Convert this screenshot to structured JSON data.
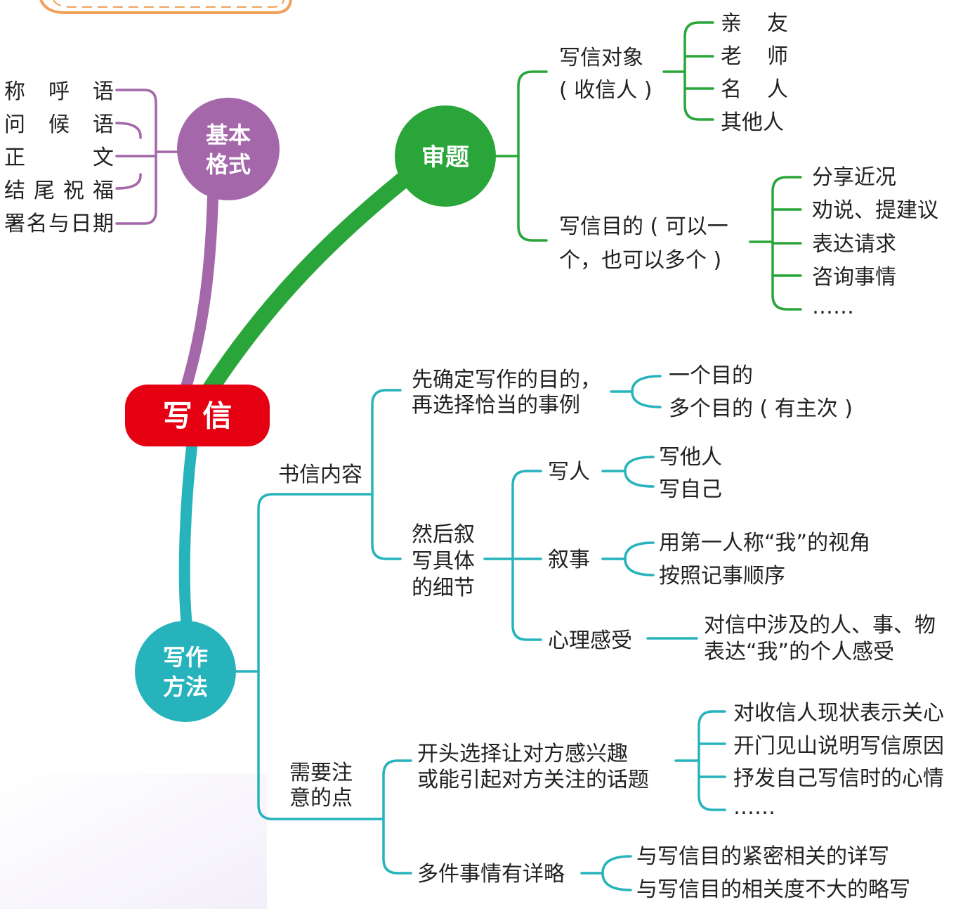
{
  "colors": {
    "root": "#e50012",
    "format": "#a467a9",
    "review": "#2aa53a",
    "method": "#27b3bc",
    "header_deco": "#f0a05a",
    "text": "#222222"
  },
  "root": {
    "label": "写 信"
  },
  "format": {
    "line1": "基本",
    "line2": "格式",
    "items": [
      "称 呼 语",
      "问 候 语",
      "正  文",
      "结尾祝福",
      "署名与日期"
    ]
  },
  "review": {
    "label": "审题",
    "recipient": {
      "line1": "写信对象",
      "line2": "( 收信人 )",
      "items": [
        "亲 友",
        "老 师",
        "名 人",
        "其他人"
      ]
    },
    "purpose": {
      "line1": "写信目的 ( 可以一",
      "line2": "个，也可以多个 )",
      "items": [
        "分享近况",
        "劝说、提建议",
        "表达请求",
        "咨询事情",
        "……"
      ]
    }
  },
  "method": {
    "line1": "写作",
    "line2": "方法",
    "content": {
      "label": "书信内容",
      "first": {
        "line1": "先确定写作的目的，",
        "line2": "再选择恰当的事例",
        "items": [
          "一个目的",
          "多个目的 ( 有主次 )"
        ]
      },
      "then": {
        "line1": "然后叙",
        "line2": "写具体",
        "line3": "的细节",
        "person": {
          "label": "写人",
          "items": [
            "写他人",
            "写自己"
          ]
        },
        "narrate": {
          "label": "叙事",
          "items": [
            "用第一人称“我”的视角",
            "按照记事顺序"
          ]
        },
        "feeling": {
          "label": "心理感受",
          "line1": "对信中涉及的人、事、物",
          "line2": "表达“我”的个人感受"
        }
      }
    },
    "attention": {
      "line1": "需要注",
      "line2": "意的点",
      "opening": {
        "line1": "开头选择让对方感兴趣",
        "line2": "或能引起对方关注的话题",
        "items": [
          "对收信人现状表示关心",
          "开门见山说明写信原因",
          "抒发自己写信时的心情",
          "……"
        ]
      },
      "detail": {
        "label": "多件事情有详略",
        "items": [
          "与写信目的紧密相关的详写",
          "与写信目的相关度不大的略写"
        ]
      }
    }
  }
}
